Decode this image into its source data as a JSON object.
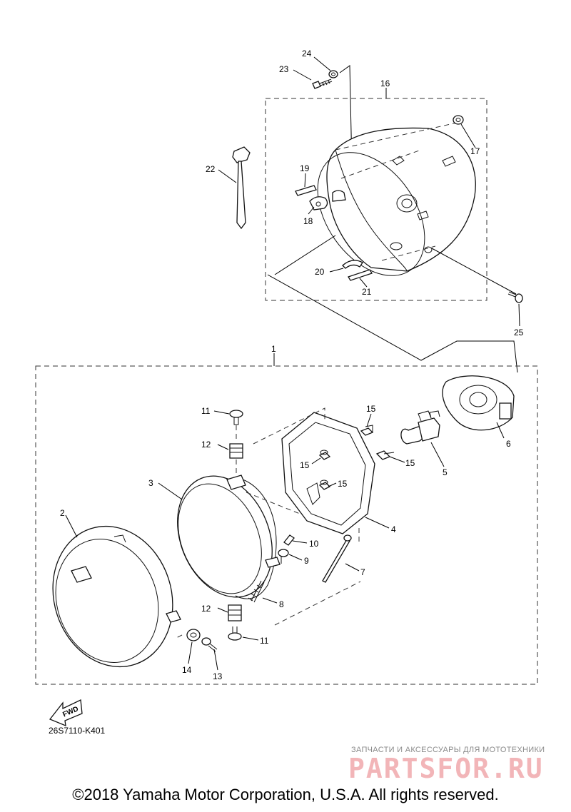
{
  "diagram_code": "26S7110-K401",
  "watermark": {
    "subtitle": "ЗАПЧАСТИ И АКСЕССУАРЫ ДЛЯ МОТОТЕХНИКИ",
    "logo_text": "PARTSFOR.RU"
  },
  "copyright": "©2018 Yamaha Motor Corporation, U.S.A. All rights reserved.",
  "fwd_label": "FWD",
  "callouts": [
    {
      "id": "c24",
      "text": "24"
    },
    {
      "id": "c23",
      "text": "23"
    },
    {
      "id": "c16",
      "text": "16"
    },
    {
      "id": "c17",
      "text": "17"
    },
    {
      "id": "c22",
      "text": "22"
    },
    {
      "id": "c19",
      "text": "19"
    },
    {
      "id": "c18",
      "text": "18"
    },
    {
      "id": "c20",
      "text": "20"
    },
    {
      "id": "c21",
      "text": "21"
    },
    {
      "id": "c25",
      "text": "25"
    },
    {
      "id": "c1",
      "text": "1"
    },
    {
      "id": "c11a",
      "text": "11"
    },
    {
      "id": "c15a",
      "text": "15"
    },
    {
      "id": "c12a",
      "text": "12"
    },
    {
      "id": "c6",
      "text": "6"
    },
    {
      "id": "c15b",
      "text": "15"
    },
    {
      "id": "c15c",
      "text": "15"
    },
    {
      "id": "c3",
      "text": "3"
    },
    {
      "id": "c15d",
      "text": "15"
    },
    {
      "id": "c5",
      "text": "5"
    },
    {
      "id": "c2",
      "text": "2"
    },
    {
      "id": "c4",
      "text": "4"
    },
    {
      "id": "c10",
      "text": "10"
    },
    {
      "id": "c9",
      "text": "9"
    },
    {
      "id": "c7",
      "text": "7"
    },
    {
      "id": "c8",
      "text": "8"
    },
    {
      "id": "c12b",
      "text": "12"
    },
    {
      "id": "c11b",
      "text": "11"
    },
    {
      "id": "c14",
      "text": "14"
    },
    {
      "id": "c13",
      "text": "13"
    }
  ]
}
